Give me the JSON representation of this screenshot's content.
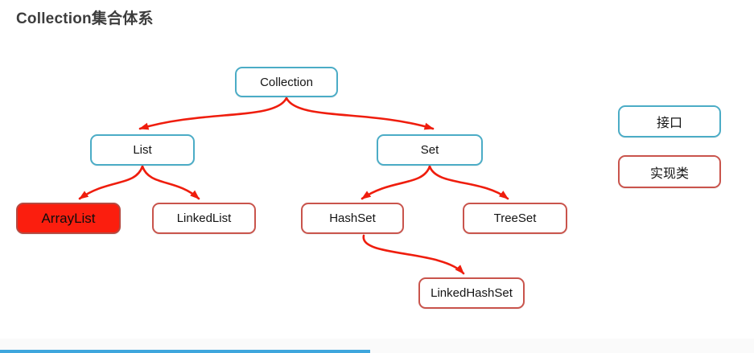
{
  "title": "Collection集合体系",
  "nodes": {
    "collection": {
      "label": "Collection",
      "type": "interface"
    },
    "list": {
      "label": "List",
      "type": "interface"
    },
    "set": {
      "label": "Set",
      "type": "interface"
    },
    "arraylist": {
      "label": "ArrayList",
      "type": "implementation-highlighted"
    },
    "linkedlist": {
      "label": "LinkedList",
      "type": "implementation"
    },
    "hashset": {
      "label": "HashSet",
      "type": "implementation"
    },
    "treeset": {
      "label": "TreeSet",
      "type": "implementation"
    },
    "linkedhashset": {
      "label": "LinkedHashSet",
      "type": "implementation"
    }
  },
  "edges": [
    {
      "from": "collection",
      "to": "list"
    },
    {
      "from": "collection",
      "to": "set"
    },
    {
      "from": "list",
      "to": "arraylist"
    },
    {
      "from": "list",
      "to": "linkedlist"
    },
    {
      "from": "set",
      "to": "hashset"
    },
    {
      "from": "set",
      "to": "treeset"
    },
    {
      "from": "hashset",
      "to": "linkedhashset"
    }
  ],
  "legend": {
    "interface_label": "接口",
    "impl_label": "实现类"
  },
  "colors": {
    "interface_border": "#4BACC6",
    "impl_border": "#C9544C",
    "legend_impl_border": "#D35446",
    "highlight_fill": "#FB1E0E",
    "highlight_border": "#B54A41",
    "arrow": "#EF1D0D",
    "progress": "#3EA6DD"
  }
}
